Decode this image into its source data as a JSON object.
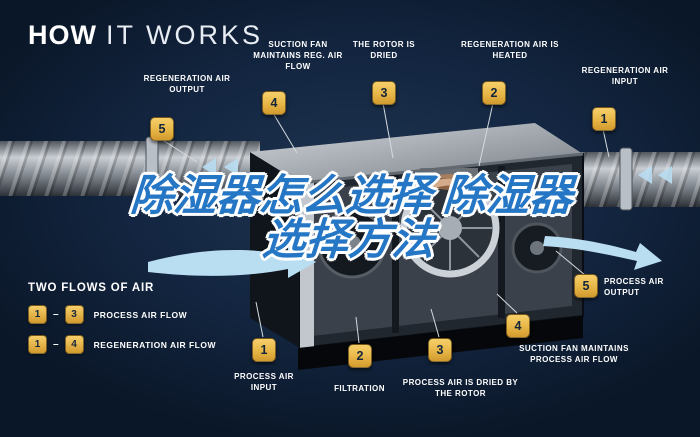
{
  "title": {
    "bold": "HOW",
    "rest": "IT WORKS"
  },
  "overlay_text": {
    "line1": "除湿器怎么选择 除湿器",
    "line2": "选择方法"
  },
  "callouts": [
    {
      "num": "5",
      "label": "REGENERATION AIR OUTPUT"
    },
    {
      "num": "4",
      "label": "SUCTION FAN MAINTAINS REG. AIR FLOW"
    },
    {
      "num": "3",
      "label": "THE ROTOR IS DRIED"
    },
    {
      "num": "2",
      "label": "REGENERATION AIR IS HEATED"
    },
    {
      "num": "1",
      "label": "REGENERATION AIR INPUT"
    },
    {
      "num": "5",
      "label": "PROCESS AIR OUTPUT"
    },
    {
      "num": "4",
      "label": "SUCTION FAN MAINTAINS PROCESS AIR FLOW"
    },
    {
      "num": "3",
      "label": "PROCESS AIR IS DRIED BY THE ROTOR"
    },
    {
      "num": "2",
      "label": "FILTRATION"
    },
    {
      "num": "1",
      "label": "PROCESS AIR INPUT"
    }
  ],
  "legend": {
    "heading": "TWO FLOWS OF AIR",
    "rows": [
      {
        "start": "1",
        "separator": "–",
        "end": "3",
        "label": "PROCESS AIR FLOW"
      },
      {
        "start": "1",
        "separator": "–",
        "end": "4",
        "label": "REGENERATION AIR FLOW"
      }
    ]
  },
  "colors": {
    "background": "#132540",
    "badge_gold": "#e7b647",
    "badge_text": "#14263c",
    "label_text": "#ffffff",
    "overlay_blue": "#2577c5",
    "airflow_blue": "#b9ddf1"
  }
}
